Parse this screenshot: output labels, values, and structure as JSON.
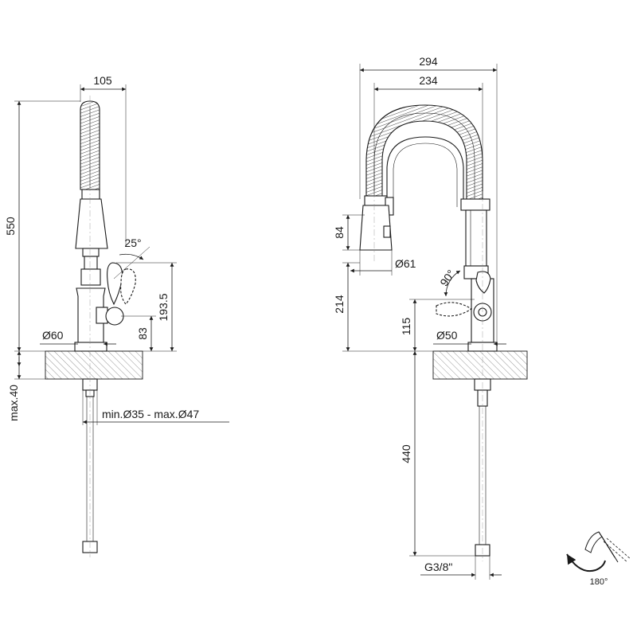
{
  "left_view": {
    "dim_width_top": "105",
    "dim_height_total": "550",
    "dim_angle": "25°",
    "dim_height_lever": "193.5",
    "dim_height_body": "83",
    "dim_diameter_base": "Ø60",
    "dim_max_thickness": "max.40",
    "dim_hole_diameter": "min.Ø35 - max.Ø47"
  },
  "right_view": {
    "dim_width_outer": "294",
    "dim_width_inner": "234",
    "dim_spray_height": "84",
    "dim_spray_diameter": "Ø61",
    "dim_angle": "90°",
    "dim_height_spout_base": "214",
    "dim_height_body": "115",
    "dim_diameter_body": "Ø50",
    "dim_hose_length": "440",
    "dim_thread": "G3/8\""
  },
  "rotation_symbol": {
    "label": "180°"
  }
}
